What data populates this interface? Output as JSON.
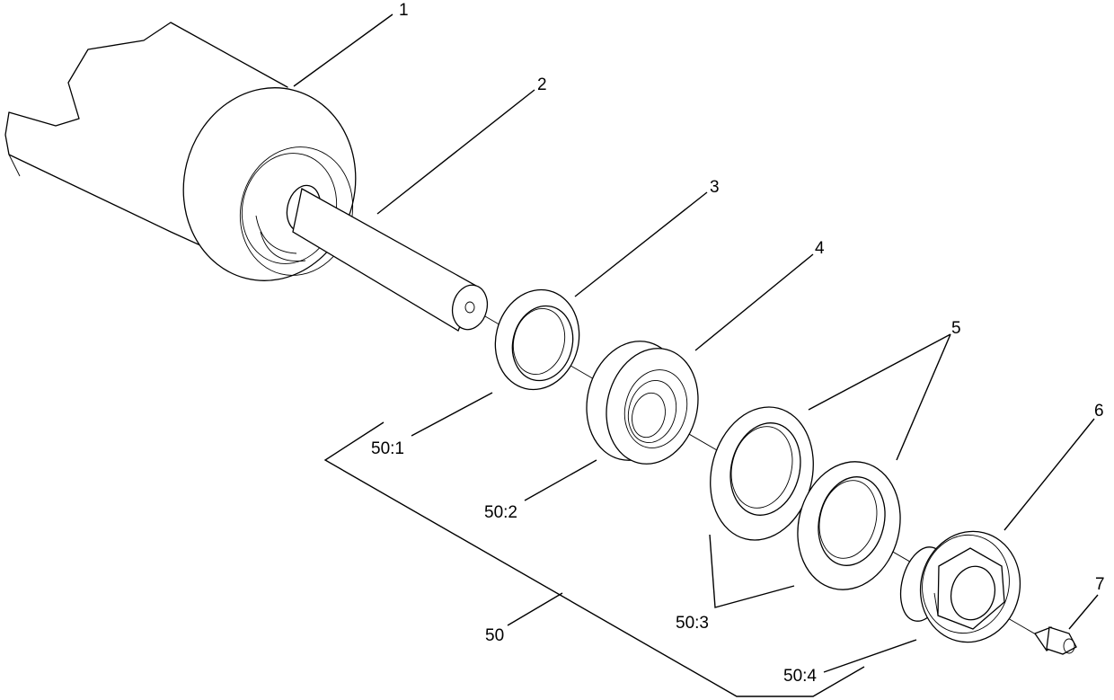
{
  "callouts": {
    "c1": "1",
    "c2": "2",
    "c3": "3",
    "c4": "4",
    "c5": "5",
    "c6": "6",
    "c7": "7",
    "c50_1": "50:1",
    "c50_2": "50:2",
    "c50_3": "50:3",
    "c50_4": "50:4",
    "c50": "50"
  }
}
